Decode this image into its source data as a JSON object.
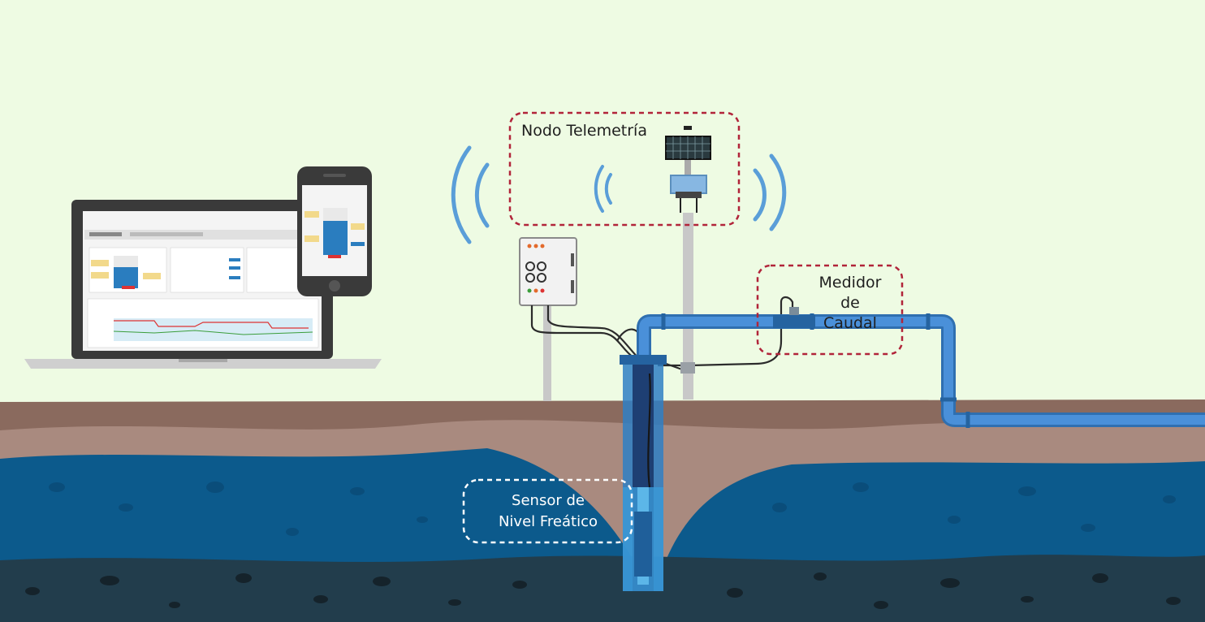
{
  "callouts": {
    "telemetry_node": "Nodo Telemetría",
    "flow_meter": {
      "line1": "Medidor",
      "line2": "de Caudal"
    },
    "water_level_sensor": {
      "line1": "Sensor de",
      "line2": "Nivel Freático"
    }
  },
  "colors": {
    "sky": "#eefbe3",
    "topsoil": "#8a6a5e",
    "subsoil": "#a98a7f",
    "aquifer": "#0c5a8c",
    "bedrock": "#223d4c",
    "pipe": "#3d85c8",
    "callout_border": "#b1243a"
  },
  "icons": [
    "laptop-icon",
    "smartphone-icon",
    "solar-panel-icon",
    "wireless-signal-icon",
    "control-box-icon",
    "flow-meter-icon",
    "well-pump-icon"
  ]
}
